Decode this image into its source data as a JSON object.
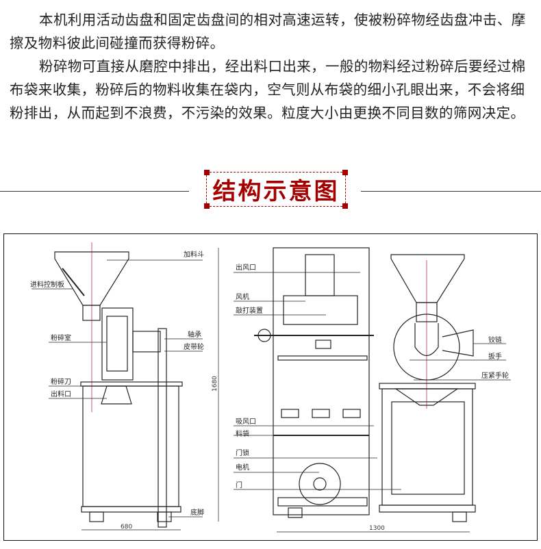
{
  "intro": {
    "paragraph1": "本机利用活动齿盘和固定齿盘间的相对高速运转，使被粉碎物经齿盘冲击、摩擦及物料彼此间碰撞而获得粉碎。",
    "paragraph2": "粉碎物可直接从磨腔中排出，经出料口出来，一般的物料经过粉碎后要经过棉布袋来收集，粉碎后的物料收集在袋内，空气则从布袋的细小孔眼出来，不会将细粉排出，从而起到不浪费，不污染的效果。粒度大小由更换不同目数的筛网决定。"
  },
  "section_title": "结构示意图",
  "colors": {
    "accent": "#a40000",
    "centerline": "#b0306a"
  },
  "diagram": {
    "side_view_labels": {
      "hopper": "加料斗",
      "feed_control": "进料控制板",
      "chamber": "粉碎室",
      "bearing": "轴承",
      "pulley": "皮带轮",
      "blade": "粉碎刀",
      "outlet": "出料口",
      "foot": "底脚"
    },
    "side_view_width": "680",
    "front_view_labels": {
      "air_outlet": "出风口",
      "fan": "风机",
      "beater": "敲打装置",
      "air_inlet": "吸风口",
      "bag": "料袋",
      "door_lock": "门锁",
      "motor": "电机",
      "door": "门"
    },
    "height_dim": "1680",
    "total_width": "1300",
    "right_view_labels": {
      "hinge": "铰链",
      "wrench": "扳手",
      "handwheel": "压紧手轮"
    }
  }
}
